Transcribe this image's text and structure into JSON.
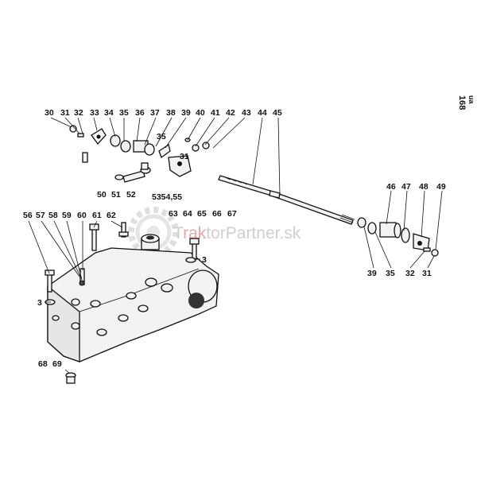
{
  "page_code": {
    "main": "168",
    "sub": "ua"
  },
  "watermark": {
    "prefix": "T",
    "accent": "rak",
    "suffix": "torPartner.sk",
    "accent_color": "#d44",
    "gear_color": "#dcdcdc"
  },
  "callouts": {
    "c30": "30",
    "c31a": "31",
    "c32a": "32",
    "c33": "33",
    "c34": "34",
    "c35a": "35",
    "c36": "36",
    "c37": "37",
    "c38": "38",
    "c39a": "39",
    "c40": "40",
    "c41": "41",
    "c42": "42",
    "c43": "43",
    "c44": "44",
    "c45": "45",
    "c35b": "35",
    "c31b": "31",
    "c50": "50",
    "c51": "51",
    "c52": "52",
    "c53_55": "5354,55",
    "c46": "46",
    "c47": "47",
    "c48": "48",
    "c49": "49",
    "c39b": "39",
    "c35c": "35",
    "c32b": "32",
    "c31c": "31",
    "c56": "56",
    "c57": "57",
    "c58": "58",
    "c59": "59",
    "c60": "60",
    "c61": "61",
    "c62": "62",
    "c63": "63",
    "c64": "64",
    "c65": "65",
    "c66": "66",
    "c67": "67",
    "c3a": "3",
    "c3b": "3",
    "c68": "68",
    "c69": "69"
  }
}
